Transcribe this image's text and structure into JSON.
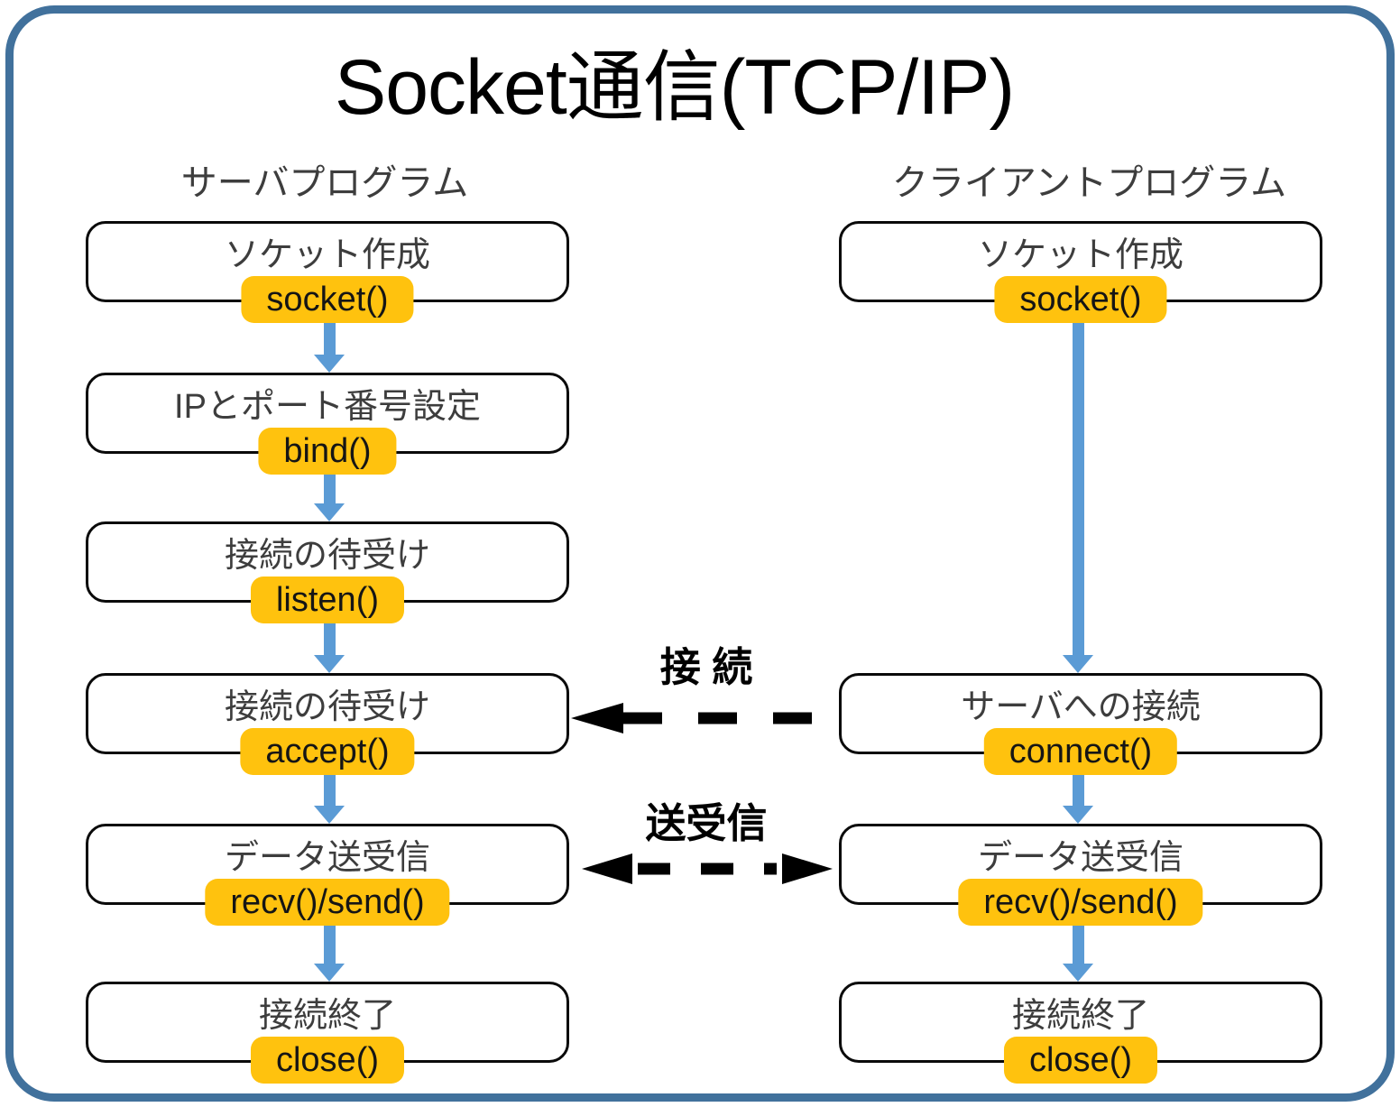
{
  "title": "Socket通信(TCP/IP)",
  "server": {
    "header": "サーバプログラム",
    "steps": [
      {
        "label": "ソケット作成",
        "func": "socket()"
      },
      {
        "label": "IPとポート番号設定",
        "func": "bind()"
      },
      {
        "label": "接続の待受け",
        "func": "listen()"
      },
      {
        "label": "接続の待受け",
        "func": "accept()"
      },
      {
        "label": "データ送受信",
        "func": "recv()/send()"
      },
      {
        "label": "接続終了",
        "func": "close()"
      }
    ]
  },
  "client": {
    "header": "クライアントプログラム",
    "steps": [
      {
        "label": "ソケット作成",
        "func": "socket()"
      },
      {
        "label": "サーバへの接続",
        "func": "connect()"
      },
      {
        "label": "データ送受信",
        "func": "recv()/send()"
      },
      {
        "label": "接続終了",
        "func": "close()"
      }
    ]
  },
  "connections": [
    {
      "label": "接 続",
      "direction": "left"
    },
    {
      "label": "送受信",
      "direction": "both"
    }
  ],
  "colors": {
    "badge": "#FFC20E",
    "arrow": "#5B9BD5",
    "frame": "#41719C",
    "dashed_arrow": "#000000",
    "box_border": "#0a0a0a"
  }
}
